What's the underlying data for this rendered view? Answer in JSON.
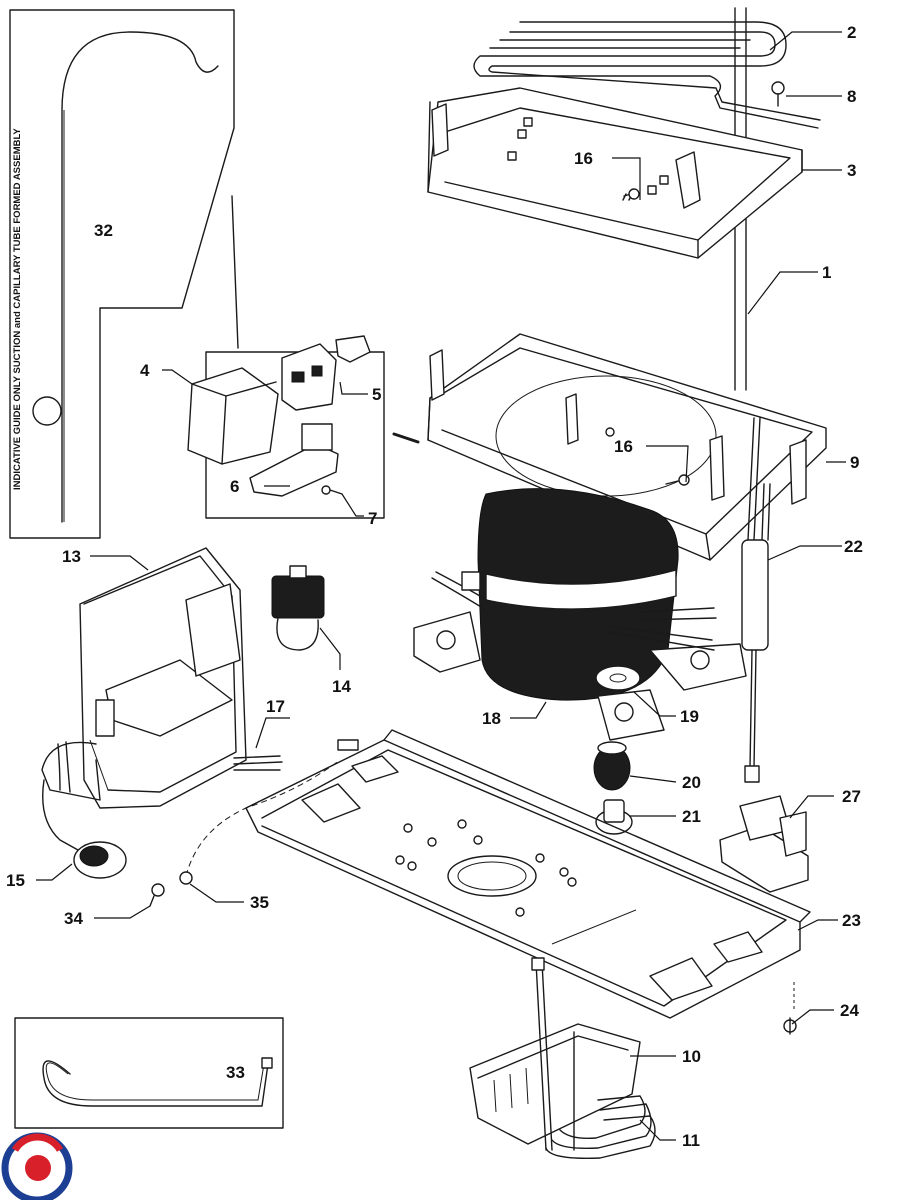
{
  "diagram": {
    "frame_32_text": "INDICATIVE GUIDE ONLY     SUCTION and CAPILLARY TUBE FORMED ASSEMBLY",
    "labels": {
      "p1": "1",
      "p2": "2",
      "p3": "3",
      "p4": "4",
      "p5": "5",
      "p6": "6",
      "p7": "7",
      "p8": "8",
      "p9": "9",
      "p10": "10",
      "p11": "11",
      "p13": "13",
      "p14": "14",
      "p15": "15",
      "p16a": "16",
      "p16b": "16",
      "p17": "17",
      "p18": "18",
      "p19": "19",
      "p20": "20",
      "p21": "21",
      "p22": "22",
      "p23": "23",
      "p24": "24",
      "p27": "27",
      "p32": "32",
      "p33": "33",
      "p34": "34",
      "p35": "35"
    },
    "logo": {
      "colors": [
        "#1d3f93",
        "#d8202a"
      ]
    }
  }
}
